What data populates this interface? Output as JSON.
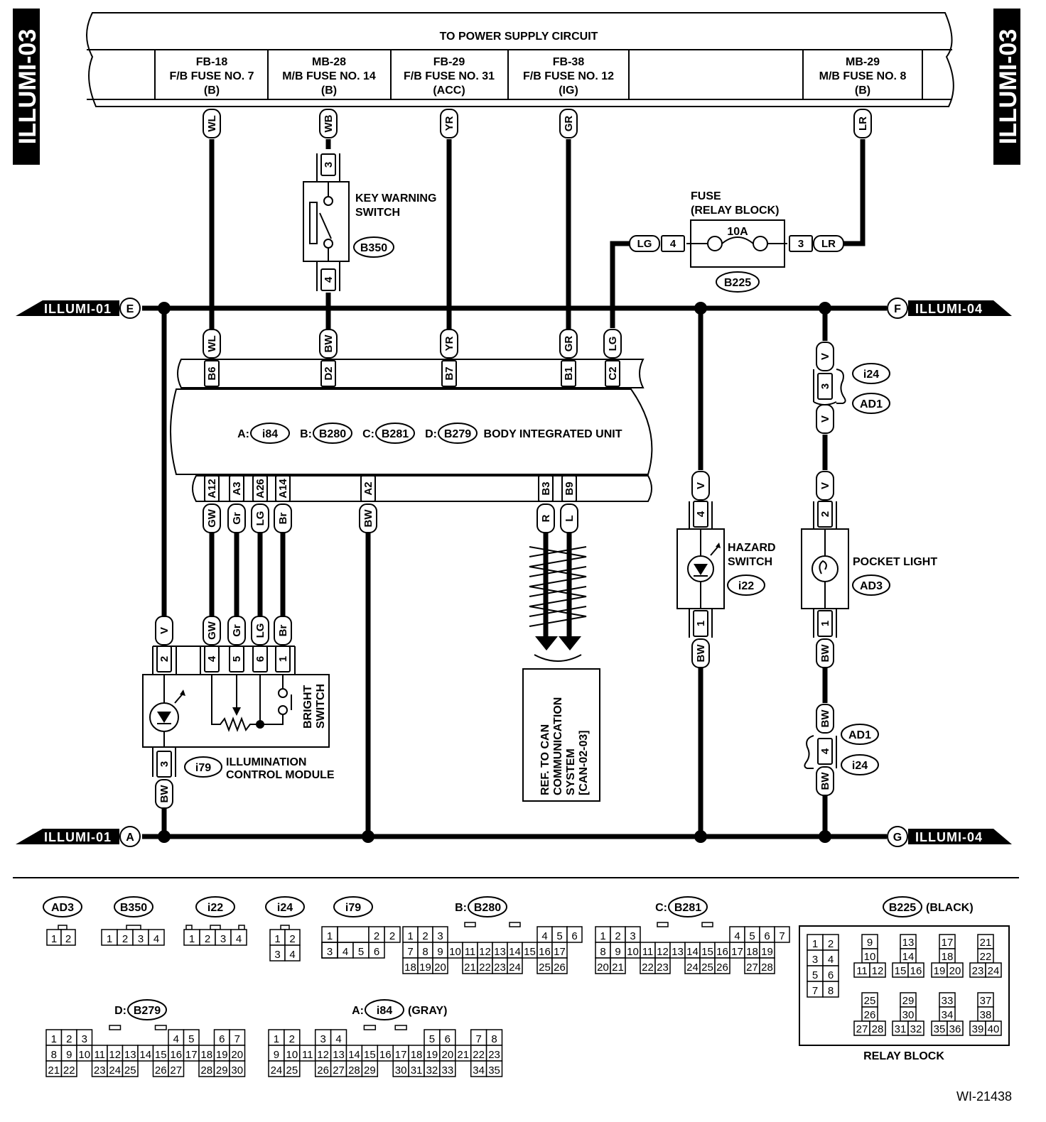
{
  "side_label": "ILLUMI-03",
  "power_supply": {
    "title": "TO POWER SUPPLY CIRCUIT",
    "fuses": [
      {
        "l1": "FB-18",
        "l2": "F/B FUSE NO. 7",
        "l3": "(B)"
      },
      {
        "l1": "MB-28",
        "l2": "M/B FUSE NO. 14",
        "l3": "(B)"
      },
      {
        "l1": "FB-29",
        "l2": "F/B FUSE NO. 31",
        "l3": "(ACC)"
      },
      {
        "l1": "FB-38",
        "l2": "F/B FUSE NO. 12",
        "l3": "(IG)"
      },
      {
        "l1": "MB-29",
        "l2": "M/B FUSE NO. 8",
        "l3": "(B)"
      }
    ]
  },
  "bus_refs": [
    {
      "letter": "E",
      "ref": "ILLUMI-01"
    },
    {
      "letter": "F",
      "ref": "ILLUMI-04"
    },
    {
      "letter": "A",
      "ref": "ILLUMI-01"
    },
    {
      "letter": "G",
      "ref": "ILLUMI-04"
    }
  ],
  "key_warning_switch": {
    "label": [
      "KEY WARNING",
      "SWITCH"
    ],
    "connector": "B350",
    "pin_top": "3",
    "pin_bottom": "4"
  },
  "relay_fuse": {
    "label": [
      "FUSE",
      "(RELAY BLOCK)"
    ],
    "rating": "10A",
    "connector": "B225",
    "pin_left": "4",
    "pin_right": "3",
    "wire_left": "LG",
    "wire_right": "LR"
  },
  "biu": {
    "label": "BODY INTEGRATED UNIT",
    "connectors": [
      {
        "letter": "A:",
        "id": "i84"
      },
      {
        "letter": "B:",
        "id": "B280"
      },
      {
        "letter": "C:",
        "id": "B281"
      },
      {
        "letter": "D:",
        "id": "B279"
      }
    ],
    "top_pins": [
      "B6",
      "D2",
      "B7",
      "B1",
      "C2"
    ],
    "top_wires": [
      "WL",
      "BW",
      "YR",
      "GR",
      "LG"
    ],
    "bottom_pins": [
      "A12",
      "A3",
      "A26",
      "A14",
      "A2",
      "B3",
      "B9"
    ],
    "bottom_wires": [
      "GW",
      "Gr",
      "LG",
      "Br",
      "BW",
      "R",
      "L"
    ]
  },
  "supply_wires": [
    "WL",
    "WB",
    "YR",
    "GR",
    "LR"
  ],
  "can_ref": [
    "REF. TO CAN",
    "COMMUNICATION",
    "SYSTEM",
    "[CAN-02-03]"
  ],
  "hazard": {
    "label": [
      "HAZARD",
      "SWITCH"
    ],
    "connector": "i22",
    "pin_top": "4",
    "pin_bottom": "1",
    "wire_top": "V",
    "wire_bottom": "BW"
  },
  "pocket": {
    "label": "POCKET LIGHT",
    "connector": "AD3",
    "pin_top": "2",
    "pin_bottom": "1",
    "wire_top": "V",
    "wire_bottom": "BW"
  },
  "joint_top": {
    "c1": "i24",
    "c2": "AD1",
    "pin": "3",
    "wire": "V"
  },
  "joint_bottom": {
    "c1": "AD1",
    "c2": "i24",
    "pin": "4",
    "wire": "BW"
  },
  "icm": {
    "label": [
      "ILLUMINATION",
      "CONTROL MODULE"
    ],
    "connector": "i79",
    "bright": [
      "BRIGHT",
      "SWITCH"
    ],
    "pins": [
      "2",
      "4",
      "5",
      "6",
      "1"
    ],
    "wires": [
      "V",
      "GW",
      "Gr",
      "LG",
      "Br"
    ],
    "pin_bottom": "3",
    "wire_bottom": "BW",
    "wire_a": "V"
  },
  "legend": {
    "ad3": {
      "id": "AD3"
    },
    "b350": {
      "id": "B350"
    },
    "i22": {
      "id": "i22"
    },
    "i24": {
      "id": "i24"
    },
    "i79": {
      "id": "i79"
    },
    "b280": {
      "prefix": "B:",
      "id": "B280"
    },
    "b281": {
      "prefix": "C:",
      "id": "B281"
    },
    "b225": {
      "id": "B225",
      "suffix": "(BLACK)",
      "caption": "RELAY BLOCK"
    },
    "b279": {
      "prefix": "D:",
      "id": "B279"
    },
    "i84": {
      "prefix": "A:",
      "id": "i84",
      "suffix": "(GRAY)"
    }
  },
  "figure_id": "WI-21438"
}
